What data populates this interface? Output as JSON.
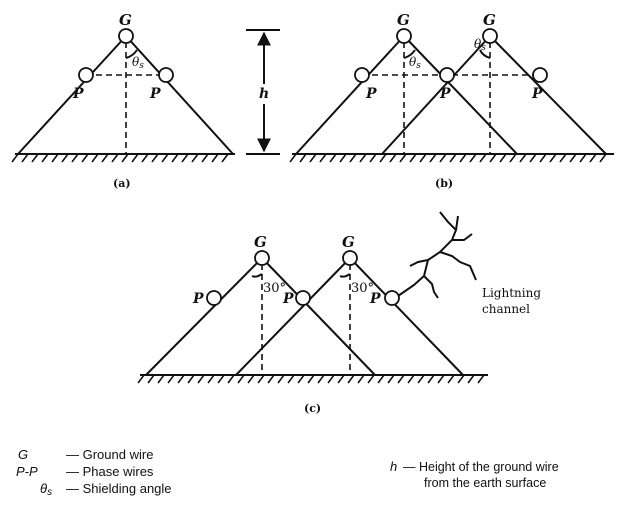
{
  "labels": {
    "ground": "G",
    "phase": "P",
    "height": "h",
    "theta": "θ",
    "theta_sub": "s",
    "angle30": "30°",
    "caption_a": "(a)",
    "caption_b": "(b)",
    "caption_c": "(c)",
    "lightning_line1": "Lightning",
    "lightning_line2": "channel"
  },
  "legend": {
    "g_symbol": "G",
    "g_desc": "— Ground wire",
    "pp_symbol": "P-P",
    "pp_desc": "— Phase wires",
    "theta_symbol": "θ",
    "theta_sub": "s",
    "theta_desc": "— Shielding angle",
    "h_symbol": "h",
    "h_desc_line1": "— Height of the ground wire",
    "h_desc_line2": "from the earth surface"
  },
  "colors": {
    "ink": "#111111",
    "background": "#ffffff"
  }
}
